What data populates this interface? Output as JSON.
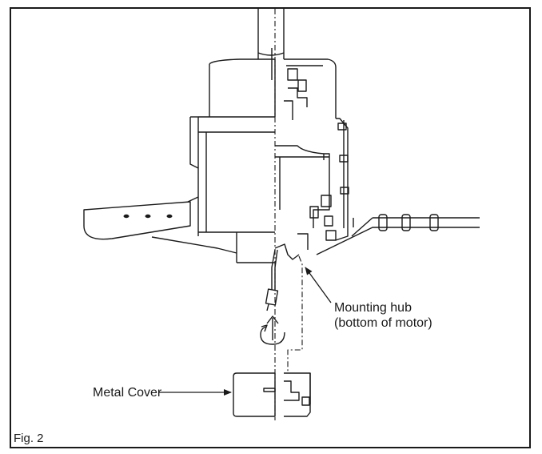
{
  "labels": {
    "mounting_hub_line1": "Mounting hub",
    "mounting_hub_line2": "(bottom of motor)",
    "metal_cover": "Metal Cover",
    "figure": "Fig. 2"
  }
}
